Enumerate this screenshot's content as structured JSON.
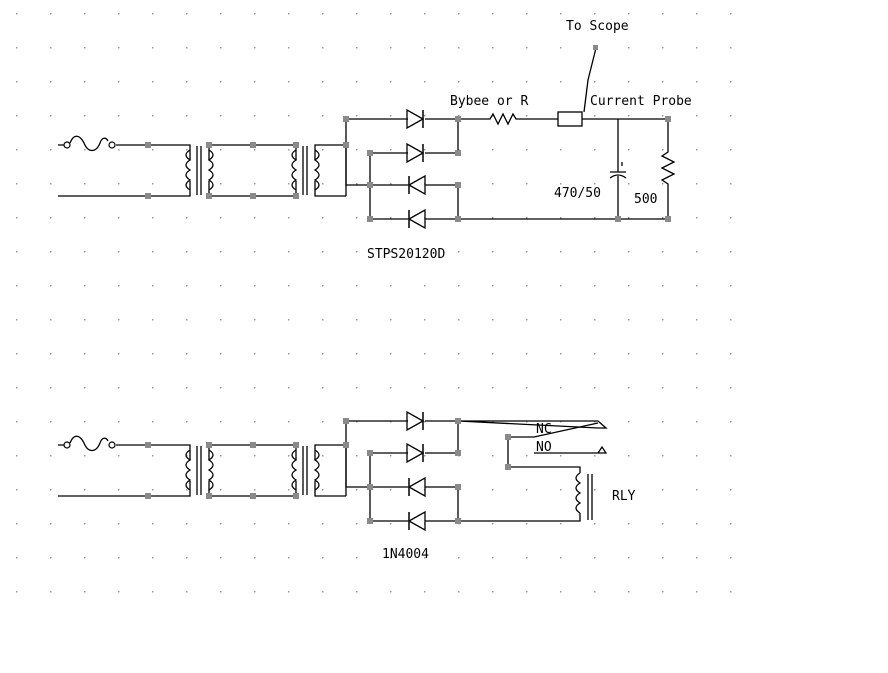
{
  "circuit1": {
    "scope_label": "To Scope",
    "resistor_label": "Bybee or R",
    "probe_label": "Current Probe",
    "cap_label": "470/50",
    "load_label": "500",
    "diode_label": "STPS20120D"
  },
  "circuit2": {
    "nc_label": "NC",
    "no_label": "NO",
    "relay_label": "RLY",
    "diode_label": "1N4004"
  },
  "colors": {
    "wire": "#000000",
    "node": "#8a8a8a",
    "grid": "#9a9a9a",
    "background": "#ffffff"
  }
}
